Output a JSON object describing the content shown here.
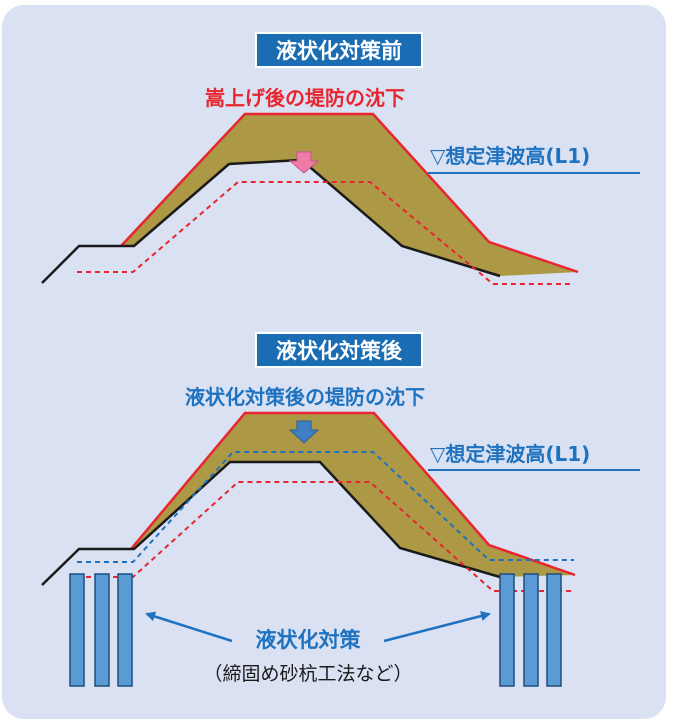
{
  "top": {
    "badge": "液状化対策前",
    "caption": "嵩上げ後の堤防の沈下",
    "tsunami_label": "▽想定津波高(L1)"
  },
  "bottom": {
    "badge": "液状化対策後",
    "caption": "液状化対策後の堤防の沈下",
    "tsunami_label": "▽想定津波高(L1)",
    "measure_label": "液状化対策",
    "measure_note": "（締固め砂杭工法など）"
  },
  "colors": {
    "panel": "#d9e1f2",
    "fill": "#ad9845",
    "red": "#e8262f",
    "blue": "#1f72bf",
    "badge": "#1a6db3",
    "pile": "#5b9bd5",
    "pink_arrow": "#f07aa8",
    "blue_arrow": "#3f7fc3"
  }
}
